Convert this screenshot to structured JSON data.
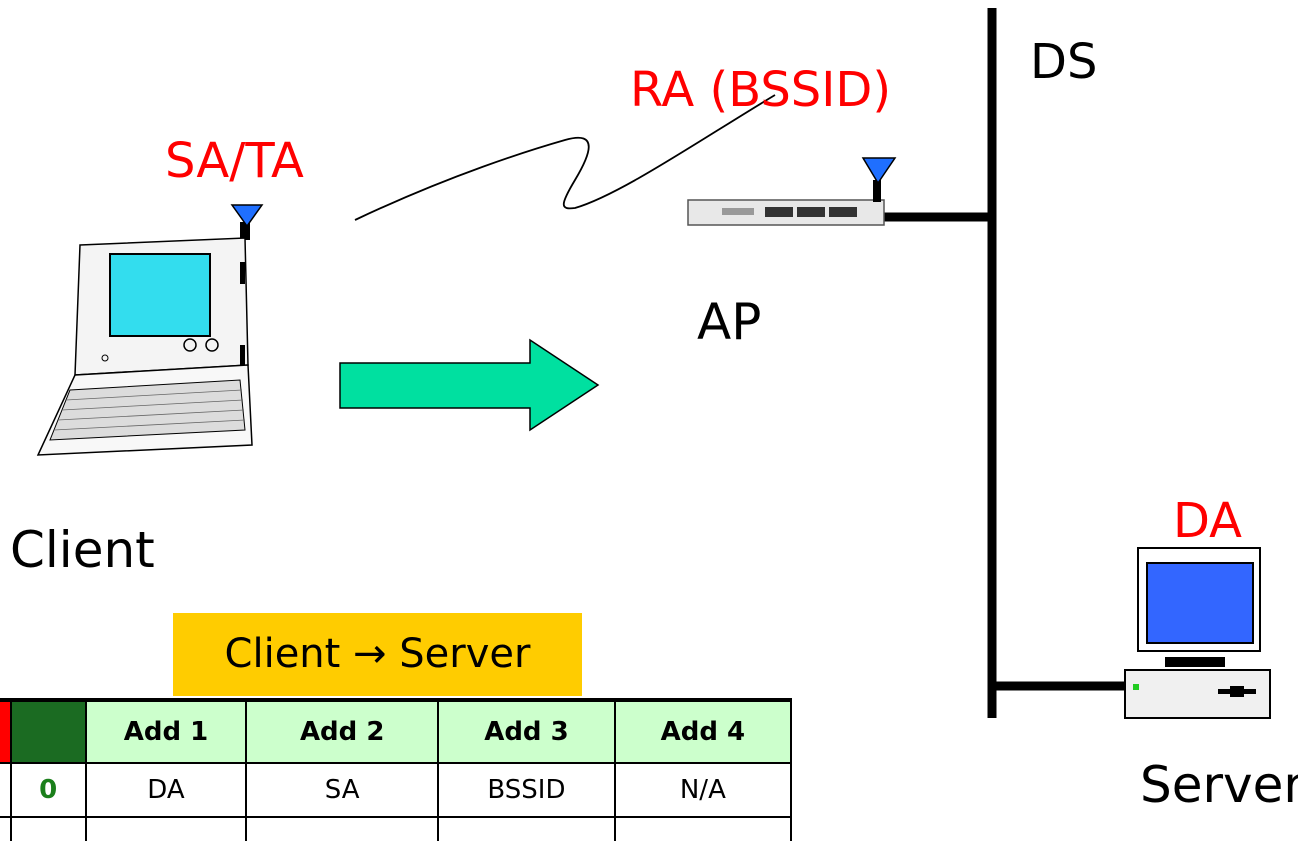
{
  "labels": {
    "sa_ta": "SA/TA",
    "ra_bssid": "RA (BSSID)",
    "ds": "DS",
    "ap": "AP",
    "client": "Client",
    "da": "DA",
    "server": "Server"
  },
  "banner": {
    "text": "Client → Server"
  },
  "table": {
    "headers": [
      "",
      "",
      "Add 1",
      "Add 2",
      "Add 3",
      "Add 4"
    ],
    "rows": [
      [
        "",
        "0",
        "DA",
        "SA",
        "BSSID",
        "N/A"
      ],
      [
        "",
        "",
        "",
        "",
        "",
        ""
      ]
    ]
  },
  "icons": {
    "client_device": "laptop-icon",
    "ap_device": "access-point-icon",
    "server_device": "desktop-computer-icon",
    "antenna": "antenna-icon",
    "arrow": "right-arrow-icon"
  },
  "colors": {
    "address_labels": "#ff0000",
    "arrow_fill": "#00e0a0",
    "banner_bg": "#ffcc00",
    "table_header_bg": "#ccffcc",
    "antenna": "#1f6fff",
    "screen_client": "#33ddee",
    "screen_server": "#3366ff"
  }
}
